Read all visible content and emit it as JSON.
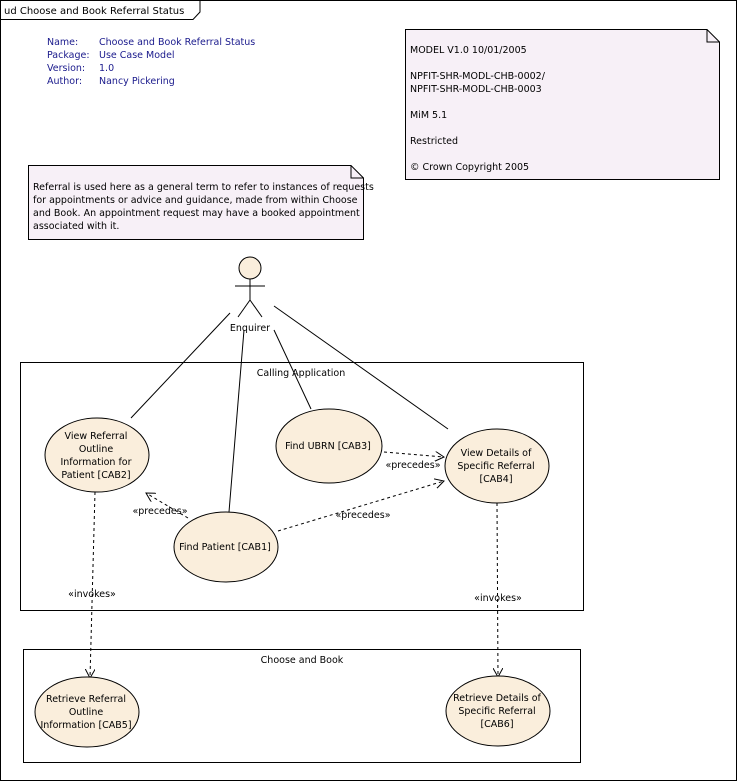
{
  "frame": {
    "title": "ud Choose and Book Referral Status"
  },
  "metadata": {
    "labels": [
      "Name:",
      "Package:",
      "Version:",
      "Author:"
    ],
    "values": [
      "Choose and Book Referral Status",
      "Use Case Model",
      "1.0",
      "Nancy Pickering"
    ]
  },
  "model_note": {
    "lines": [
      "MODEL V1.0 10/01/2005",
      "",
      "NPFIT-SHR-MODL-CHB-0002/",
      "NPFIT-SHR-MODL-CHB-0003",
      "",
      "MiM 5.1",
      "",
      "Restricted",
      "",
      "© Crown Copyright 2005"
    ]
  },
  "referral_note": {
    "lines": [
      "Referral is used here as a general term to refer to instances of requests",
      "for appointments or advice and  guidance, made from within Choose",
      "and Book. An appointment request may have a booked appointment",
      "associated with it."
    ]
  },
  "actor": {
    "name": "Enquirer"
  },
  "boundaries": {
    "calling": "Calling Application",
    "choose_book": "Choose and Book"
  },
  "use_cases": {
    "view_outline": [
      "View Referral",
      "Outline",
      "Information for",
      "Patient [CAB2]"
    ],
    "find_ubrn": [
      "Find UBRN [CAB3]"
    ],
    "view_details": [
      "View Details of",
      "Specific Referral",
      "[CAB4]"
    ],
    "find_patient": [
      "Find Patient [CAB1]"
    ],
    "retrieve_outline": [
      "Retrieve Referral",
      "Outline",
      "Information [CAB5]"
    ],
    "retrieve_details": [
      "Retrieve Details of",
      "Specific Referral",
      "[CAB6]"
    ]
  },
  "stereotypes": {
    "precedes_1": "«precedes»",
    "precedes_2": "«precedes»",
    "precedes_3": "«precedes»",
    "invokes_1": "«invokes»",
    "invokes_2": "«invokes»"
  },
  "colors": {
    "use_case_fill": "#faeedc",
    "note_fill": "#f7f0f7",
    "line": "#000000",
    "meta_text": "#1a1a8c"
  }
}
